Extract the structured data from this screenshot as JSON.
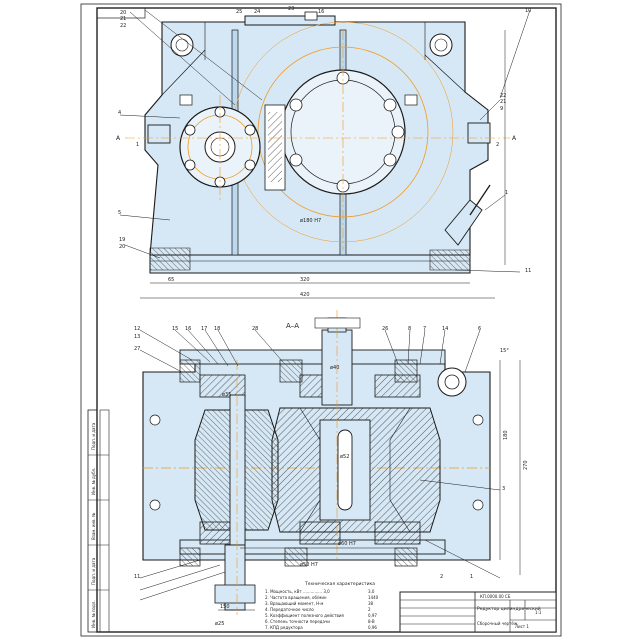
{
  "colors": {
    "body_fill": "#d6e8f5",
    "body_fill_dark": "#bcd8ee",
    "line": "#1a1a1a",
    "center_line": "#f09a1e",
    "hatch": "#333333",
    "sheet_bg": "#ffffff"
  },
  "top_view": {
    "leaders": [
      "25",
      "24",
      "23",
      "16",
      "20",
      "21",
      "22",
      "4",
      "5",
      "1",
      "19",
      "20",
      "22",
      "21",
      "9",
      "10",
      "11"
    ],
    "section_marks": [
      "A",
      "A"
    ],
    "dims": [
      "ø180 H7",
      "65",
      "320",
      "420",
      "1",
      "2"
    ]
  },
  "front_view": {
    "section_title": "A–A",
    "leaders": [
      "12",
      "15",
      "16",
      "17",
      "18",
      "13",
      "27",
      "28",
      "26",
      "8",
      "7",
      "14",
      "6",
      "3",
      "2",
      "1",
      "11"
    ],
    "dims": [
      "ø40",
      "ø52",
      "ø60 H7",
      "ø35",
      "ø50 H7",
      "ø25",
      "180",
      "270",
      "150",
      "15°"
    ],
    "spec_caption": "Техническая характеристика"
  },
  "notes": [
    "1. Мощность, кВт ............... 3,0",
    "2. Частота вращения, об/мин",
    "3. Вращающий момент, Н·м",
    "4. Передаточное число",
    "5. Коэффициент полезного действия",
    "6. Степень точности передачи",
    "7. КПД редуктора"
  ],
  "notes_values": [
    "3,0",
    "1440",
    "38",
    "2",
    "0,97",
    "8-B",
    "0,96"
  ],
  "title_block": {
    "title": "Редуктор цилиндрический",
    "subtitle": "Сборочный чертёж",
    "scale": "1:1",
    "sheet": "Лист 1",
    "code": "КП.0000.00 СБ"
  },
  "side_stamps": [
    "Инв. № подл.",
    "Подп. и дата",
    "Взам. инв. №",
    "Инв. № дубл.",
    "Подп. и дата"
  ]
}
